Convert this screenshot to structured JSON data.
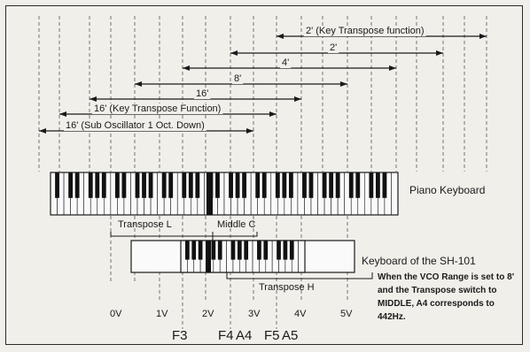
{
  "ranges": [
    {
      "label": "2' (Key Transpose function)"
    },
    {
      "label": "2'"
    },
    {
      "label": "4'"
    },
    {
      "label": "8'"
    },
    {
      "label": "16'"
    },
    {
      "label": "16' (Key Transpose Function)"
    },
    {
      "label": "16' (Sub Oscillator 1 Oct. Down)"
    }
  ],
  "piano_label": "Piano Keyboard",
  "sh_label": "Keyboard of the SH-101",
  "transpose_l": "Transpose L",
  "middle_c": "Middle C",
  "transpose_h": "Transpose H",
  "voltages": [
    "0V",
    "1V",
    "2V",
    "3V",
    "4V",
    "5V"
  ],
  "notes": [
    "F3",
    "F4",
    "A4",
    "F5",
    "A5"
  ],
  "note_text": "When the VCO Range is set to 8' and the Transpose switch to MIDDLE, A4 corresponds to 442Hz."
}
